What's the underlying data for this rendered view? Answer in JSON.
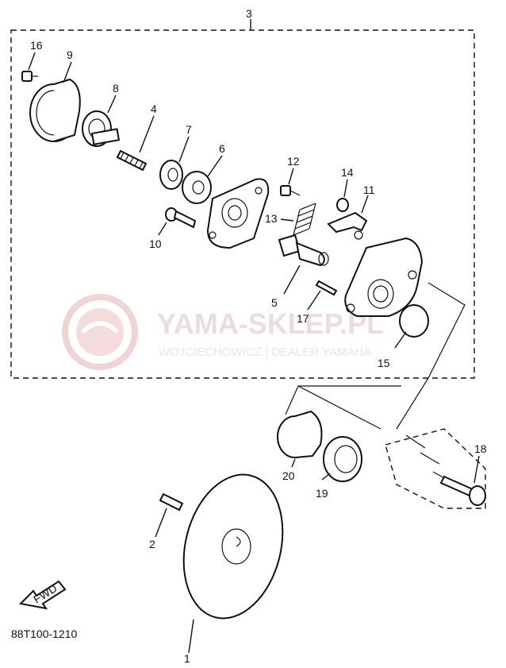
{
  "callouts": {
    "c1": "1",
    "c2": "2",
    "c3": "3",
    "c4": "4",
    "c5": "5",
    "c6": "6",
    "c7": "7",
    "c8": "8",
    "c9": "9",
    "c10": "10",
    "c11": "11",
    "c12": "12",
    "c13": "13",
    "c14": "14",
    "c15": "15",
    "c16": "16",
    "c17": "17",
    "c18": "18",
    "c19": "19",
    "c20": "20"
  },
  "diagram_code": "88T100-1210",
  "fwd_label": "FWD",
  "watermark": {
    "title": "YAMA-SKLEP.PL",
    "subtitle": "WOJCIECHOWICZ | DEALER YAMAHA",
    "color": "#e9c9c9"
  }
}
